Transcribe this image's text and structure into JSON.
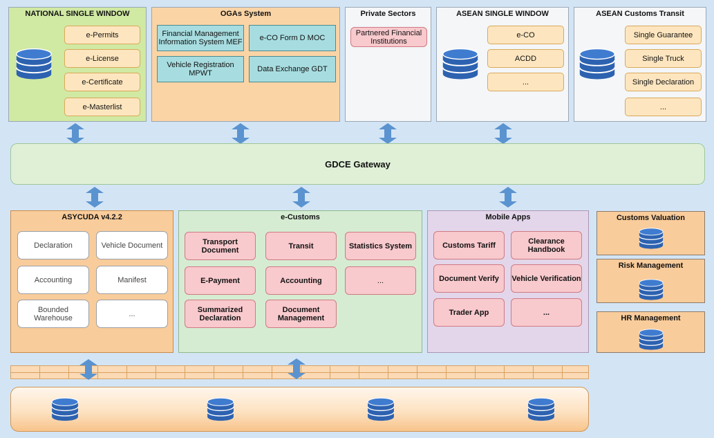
{
  "national": {
    "title": "NATIONAL SINGLE WINDOW",
    "items": [
      "e-Permits",
      "e-License",
      "e-Certificate",
      "e-Masterlist"
    ]
  },
  "ogas": {
    "title": "OGAs System",
    "items": [
      "Financial Management Information System MEF",
      "e-CO Form D MOC",
      "Vehicle Registration MPWT",
      "Data Exchange GDT"
    ]
  },
  "private": {
    "title": "Private Sectors",
    "items": [
      "Partnered Financial Institutions"
    ]
  },
  "asean_sw": {
    "title": "ASEAN SINGLE WINDOW",
    "items": [
      "e-CO",
      "ACDD",
      "..."
    ]
  },
  "asean_ct": {
    "title": "ASEAN Customs Transit",
    "items": [
      "Single Guarantee",
      "Single Truck",
      "Single Declaration",
      "..."
    ]
  },
  "gateway": {
    "label": "GDCE Gateway"
  },
  "asycuda": {
    "title": "ASYCUDA v4.2.2",
    "items": [
      "Declaration",
      "Vehicle Document",
      "Accounting",
      "Manifest",
      "Bounded Warehouse",
      "..."
    ]
  },
  "ecustoms": {
    "title": "e-Customs",
    "items": [
      "Transport Document",
      "Transit",
      "Statistics System",
      "E-Payment",
      "Accounting",
      "...",
      "Summarized Declaration",
      "Document Management"
    ]
  },
  "mobile": {
    "title": "Mobile Apps",
    "items": [
      "Customs Tariff",
      "Clearance Handbook",
      "Document Verify",
      "Vehicle Verification",
      "Trader App",
      "..."
    ]
  },
  "side": {
    "items": [
      "Customs Valuation",
      "Risk Management",
      "HR Management"
    ]
  },
  "colors": {
    "background": "#d3e5f5",
    "arrow": "#5a93d0",
    "database": "#2d62b0",
    "national_bg": "#d0e9a3",
    "ogas_bg": "#fbd4a6",
    "gateway_bg": "#dff0d6",
    "ecustoms_bg": "#d6ecd2",
    "mobile_bg": "#e3d6ea",
    "asycuda_bg": "#f9cc9b"
  }
}
